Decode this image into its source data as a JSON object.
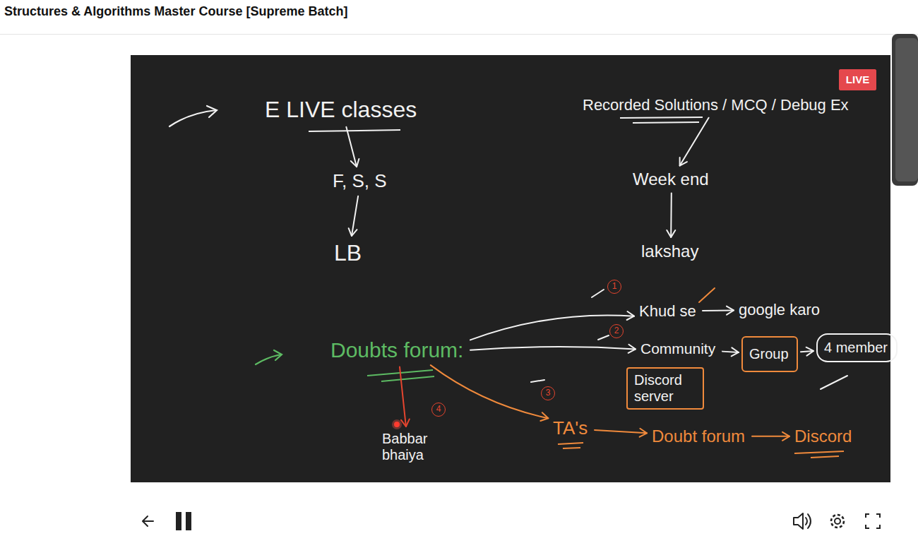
{
  "diagram": {
    "title": "Structures & Algorithms Master Course [Supreme Batch]",
    "nodes": [
      {
        "text": [
          "E LIVE classes"
        ]
      },
      {
        "text": [
          "Recorded Solutions / MCQ / Debug Ex"
        ]
      },
      {
        "text": [
          "F, S, S"
        ]
      },
      {
        "text": [
          "Week end"
        ]
      },
      {
        "text": [
          "LB"
        ]
      },
      {
        "text": [
          "lakshay"
        ]
      },
      {
        "text": [
          "Khud se"
        ]
      },
      {
        "text": [
          "google karo"
        ]
      },
      {
        "text": [
          "Doubts forum:"
        ]
      },
      {
        "text": [
          "Community"
        ]
      },
      {
        "text": [
          "Group"
        ]
      },
      {
        "text": [
          "4 member"
        ]
      },
      {
        "text": [
          "Discord server"
        ]
      },
      {
        "text": [
          "Babbar bhaiya"
        ]
      },
      {
        "text": [
          "TA's"
        ]
      },
      {
        "text": [
          "Doubt forum"
        ]
      },
      {
        "text": [
          "Discord"
        ]
      }
    ],
    "edges": [
      {
        "from": 0,
        "to": 2,
        "arrow": "to"
      },
      {
        "from": 2,
        "to": 4,
        "arrow": "to"
      },
      {
        "from": 1,
        "to": 3,
        "arrow": "to"
      },
      {
        "from": 3,
        "to": 5,
        "arrow": "to"
      },
      {
        "from": 6,
        "to": 7,
        "arrow": "to"
      },
      {
        "from": 8,
        "to": 6,
        "arrow": "to"
      },
      {
        "from": 8,
        "to": 9,
        "arrow": "to"
      },
      {
        "from": 9,
        "to": 10,
        "arrow": "to"
      },
      {
        "from": 10,
        "to": 11,
        "arrow": "to"
      },
      {
        "from": 8,
        "to": 14,
        "arrow": "to"
      },
      {
        "from": 8,
        "to": 13,
        "arrow": "to"
      },
      {
        "from": 14,
        "to": 15,
        "arrow": "to"
      },
      {
        "from": 15,
        "to": 16,
        "arrow": "to"
      }
    ],
    "labels": [
      "LIVE",
      "1",
      "2",
      "3",
      "4"
    ]
  }
}
